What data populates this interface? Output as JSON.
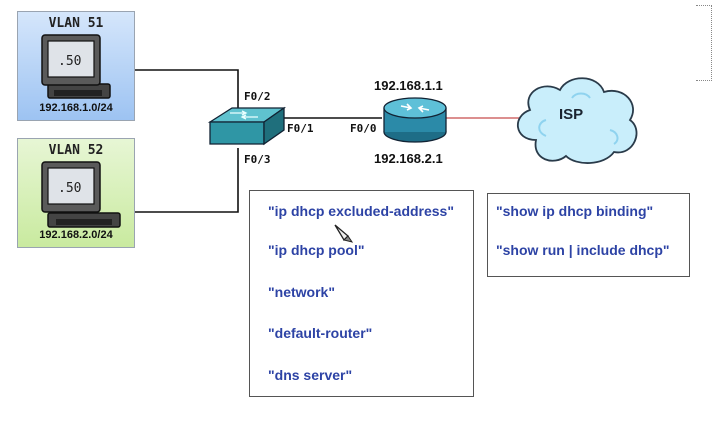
{
  "vlans": [
    {
      "title": "VLAN 51",
      "host_label": ".50",
      "subnet": "192.168.1.0/24"
    },
    {
      "title": "VLAN 52",
      "host_label": ".50",
      "subnet": "192.168.2.0/24"
    }
  ],
  "switch_ports": {
    "f02": "F0/2",
    "f03": "F0/3",
    "f01": "F0/1"
  },
  "router": {
    "port": "F0/0",
    "ip_top": "192.168.1.1",
    "ip_bottom": "192.168.2.1"
  },
  "isp": {
    "label": "ISP"
  },
  "commands_left": [
    "\"ip dhcp excluded-address\"",
    "\"ip dhcp pool\"",
    "\"network\"",
    "\"default-router\"",
    "\"dns server\""
  ],
  "commands_right": [
    "\"show ip dhcp binding\"",
    "\"show run | include dhcp\""
  ],
  "colors": {
    "command_text": "#2d43a5",
    "switch": "#2f96a5",
    "router": "#2b8aa8",
    "isp_link": "#d06a6a",
    "vlan51_bg": "#b7d3f7",
    "vlan52_bg": "#d5efb6"
  }
}
